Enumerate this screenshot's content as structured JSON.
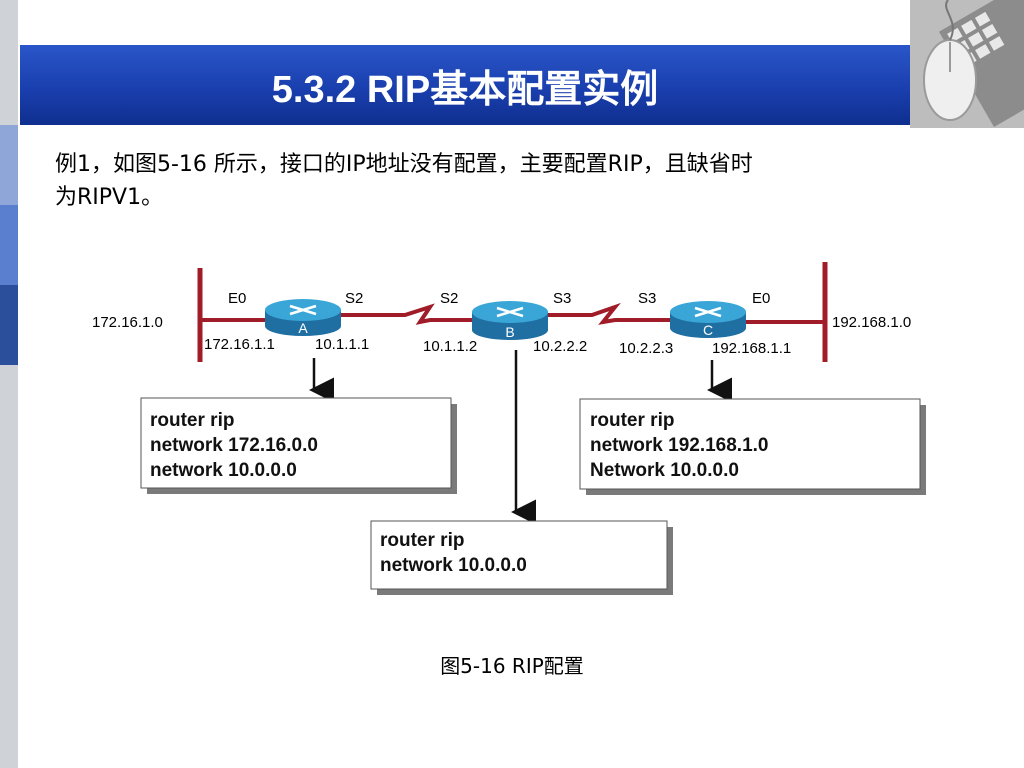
{
  "slide": {
    "title": "5.3.2  RIP基本配置实例",
    "body_line1": "例1，如图5-16 所示，接口的IP地址没有配置，主要配置RIP，且缺省时",
    "body_line2": "为RIPV1。",
    "caption": "图5-16  RIP配置"
  },
  "colors": {
    "title_bar": "#1a3fae",
    "network_line": "#a01c28",
    "router_body": "#2b95c9"
  },
  "diagram": {
    "networks": {
      "left": "172.16.1.0",
      "right": "192.168.1.0"
    },
    "routers": [
      {
        "label": "A",
        "ports": [
          "E0",
          "S2"
        ],
        "ips": [
          "172.16.1.1",
          "10.1.1.1"
        ]
      },
      {
        "label": "B",
        "ports": [
          "S2",
          "S3"
        ],
        "ips": [
          "10.1.1.2",
          "10.2.2.2"
        ]
      },
      {
        "label": "C",
        "ports": [
          "S3",
          "E0"
        ],
        "ips": [
          "10.2.2.3",
          "192.168.1.1"
        ]
      }
    ],
    "configs": {
      "A": [
        "router rip",
        "network 172.16.0.0",
        "network 10.0.0.0"
      ],
      "B": [
        "router rip",
        "network 10.0.0.0"
      ],
      "C": [
        "router rip",
        "network 192.168.1.0",
        "Network 10.0.0.0"
      ]
    }
  }
}
